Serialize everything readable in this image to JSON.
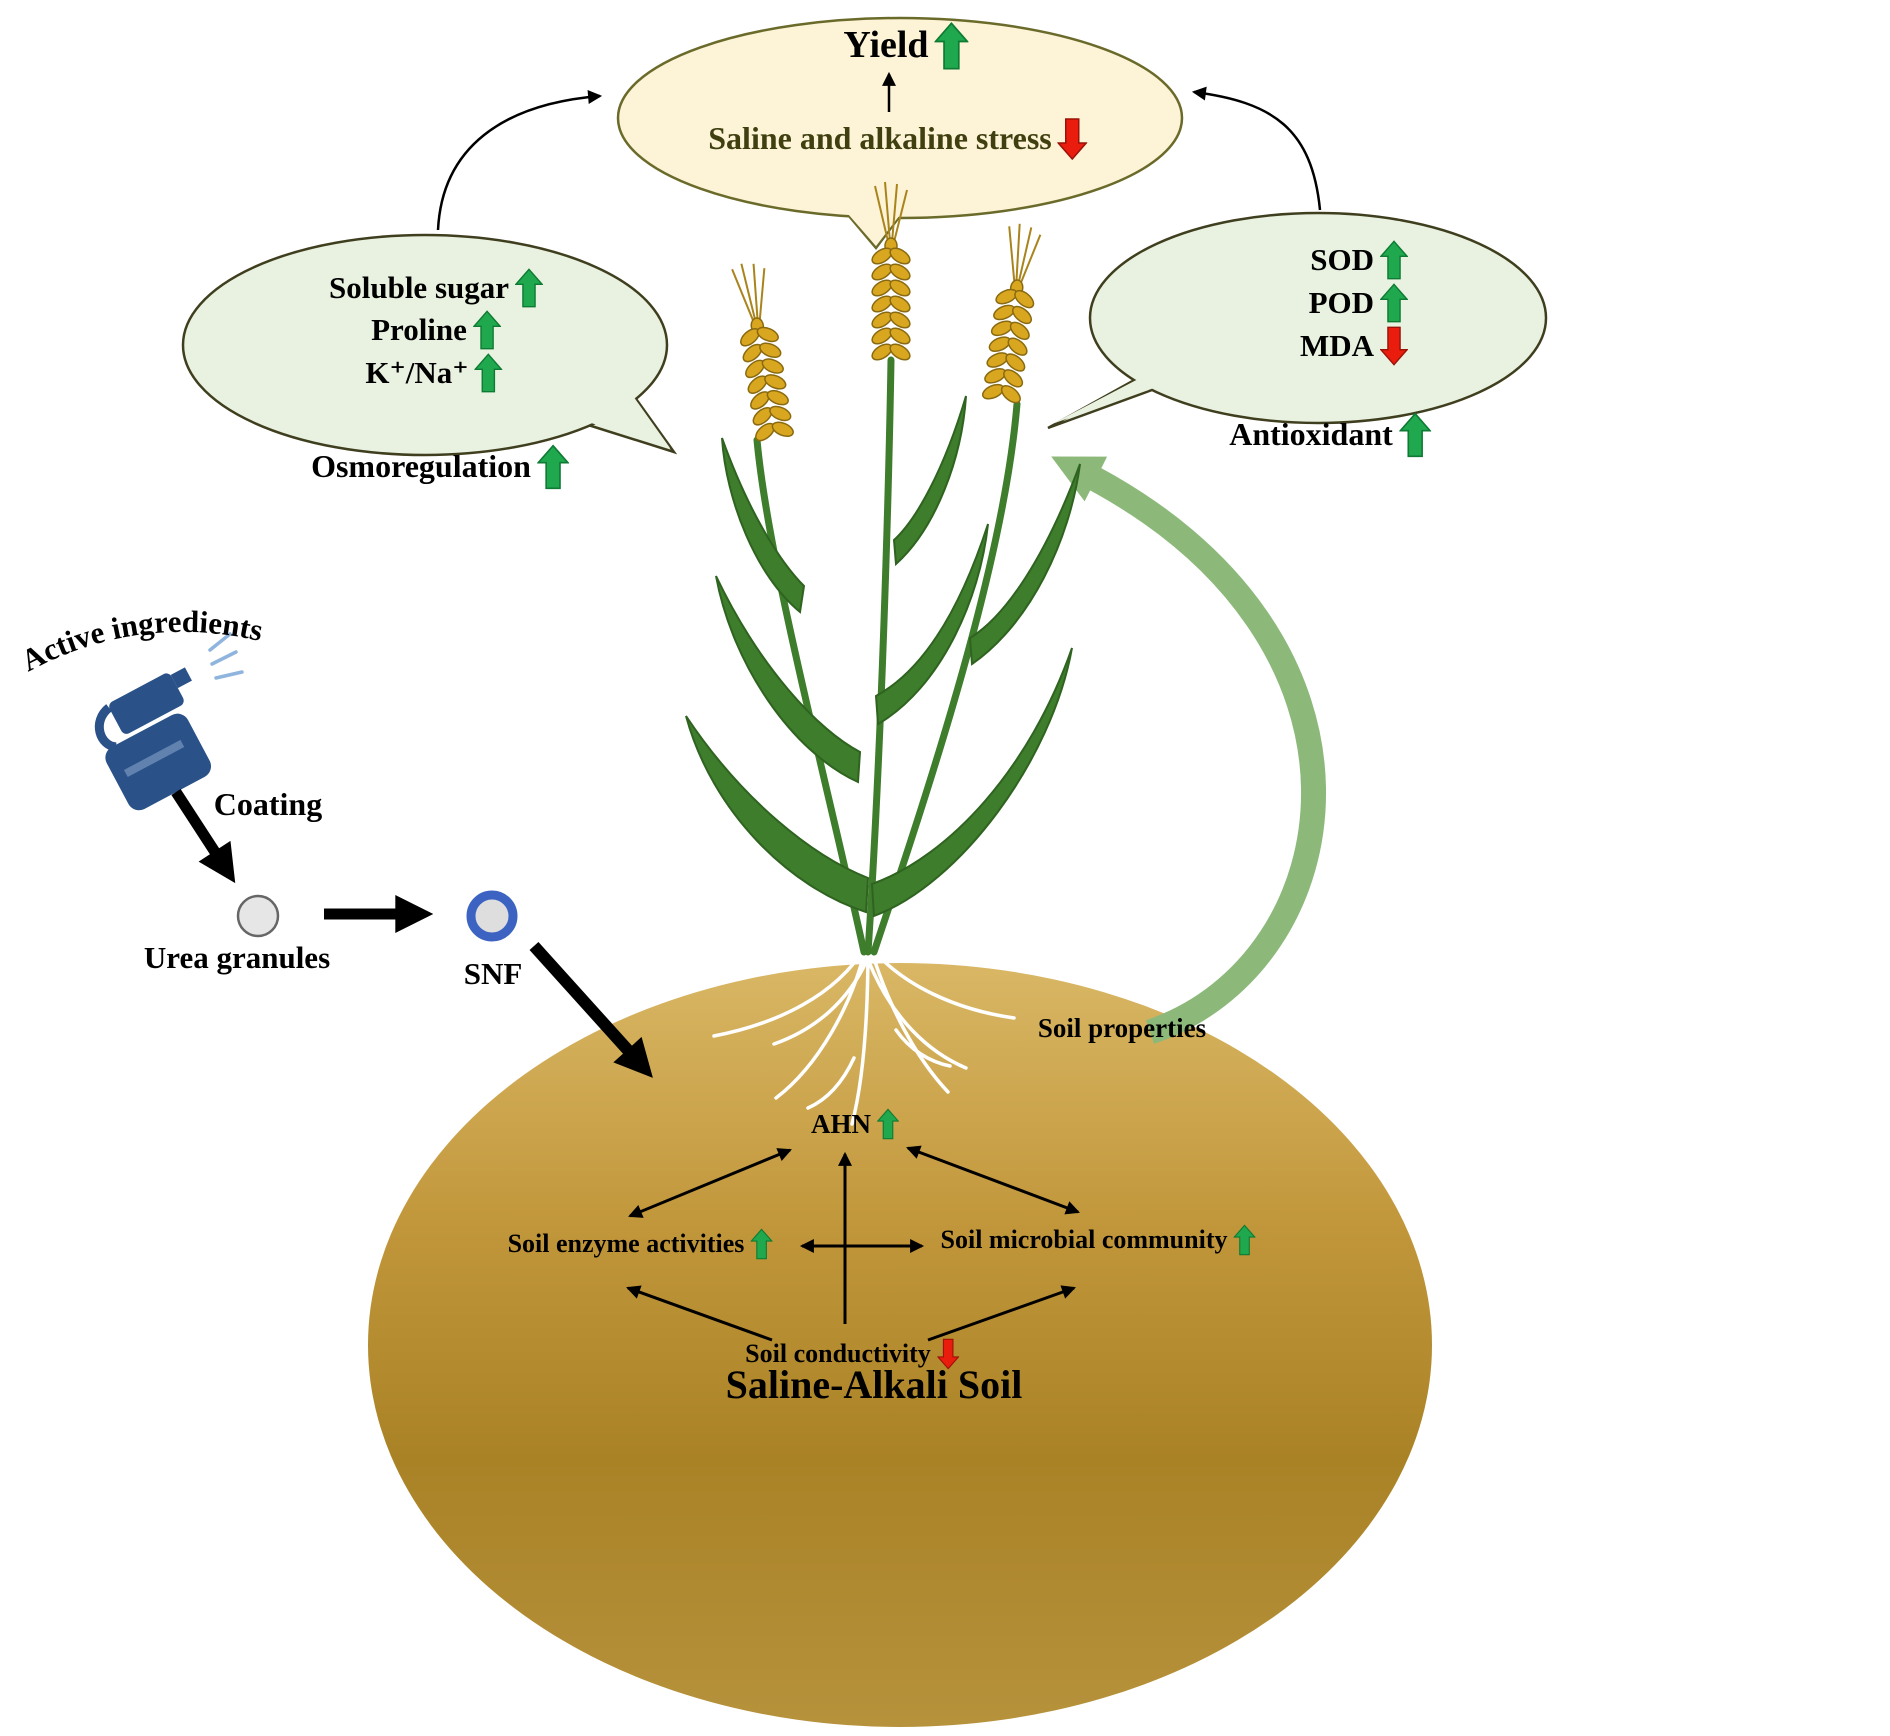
{
  "figure": {
    "top_bubble": {
      "yield": {
        "label": "Yield",
        "dir": "up"
      },
      "stress": {
        "label": "Saline and alkaline stress",
        "dir": "down"
      }
    },
    "left_bubble": {
      "items": [
        {
          "label": "Soluble sugar",
          "dir": "up"
        },
        {
          "label": "Proline",
          "dir": "up"
        },
        {
          "label": "K⁺/Na⁺",
          "dir": "up"
        }
      ],
      "caption": {
        "label": "Osmoregulation",
        "dir": "up"
      }
    },
    "right_bubble": {
      "items": [
        {
          "label": "SOD",
          "dir": "up"
        },
        {
          "label": "POD",
          "dir": "up"
        },
        {
          "label": "MDA",
          "dir": "down"
        }
      ],
      "caption": {
        "label": "Antioxidant",
        "dir": "up"
      }
    },
    "process": {
      "active_ingredients": "Active ingredients",
      "coating": "Coating",
      "urea_granules": "Urea granules",
      "snf": "SNF"
    },
    "soil": {
      "title": "Saline-Alkali Soil",
      "properties_label": "Soil properties",
      "nodes": [
        {
          "label": "AHN",
          "dir": "up"
        },
        {
          "label": "Soil enzyme activities",
          "dir": "up"
        },
        {
          "label": "Soil microbial community",
          "dir": "up"
        },
        {
          "label": "Soil conductivity",
          "dir": "down"
        }
      ]
    },
    "colors": {
      "up_arrow": "#1fa84d",
      "down_arrow": "#ea1c0d",
      "bubble_fill": "#e9f2e0",
      "top_bubble_fill": "#fdf3d6",
      "soil_top": "#d9b765",
      "soil_bottom": "#aa8226",
      "wheat_gold": "#d9a61f",
      "stem_green": "#3e7d2c",
      "bottle_blue": "#2a5188",
      "soil_arrow_green": "#8cb97a"
    }
  }
}
